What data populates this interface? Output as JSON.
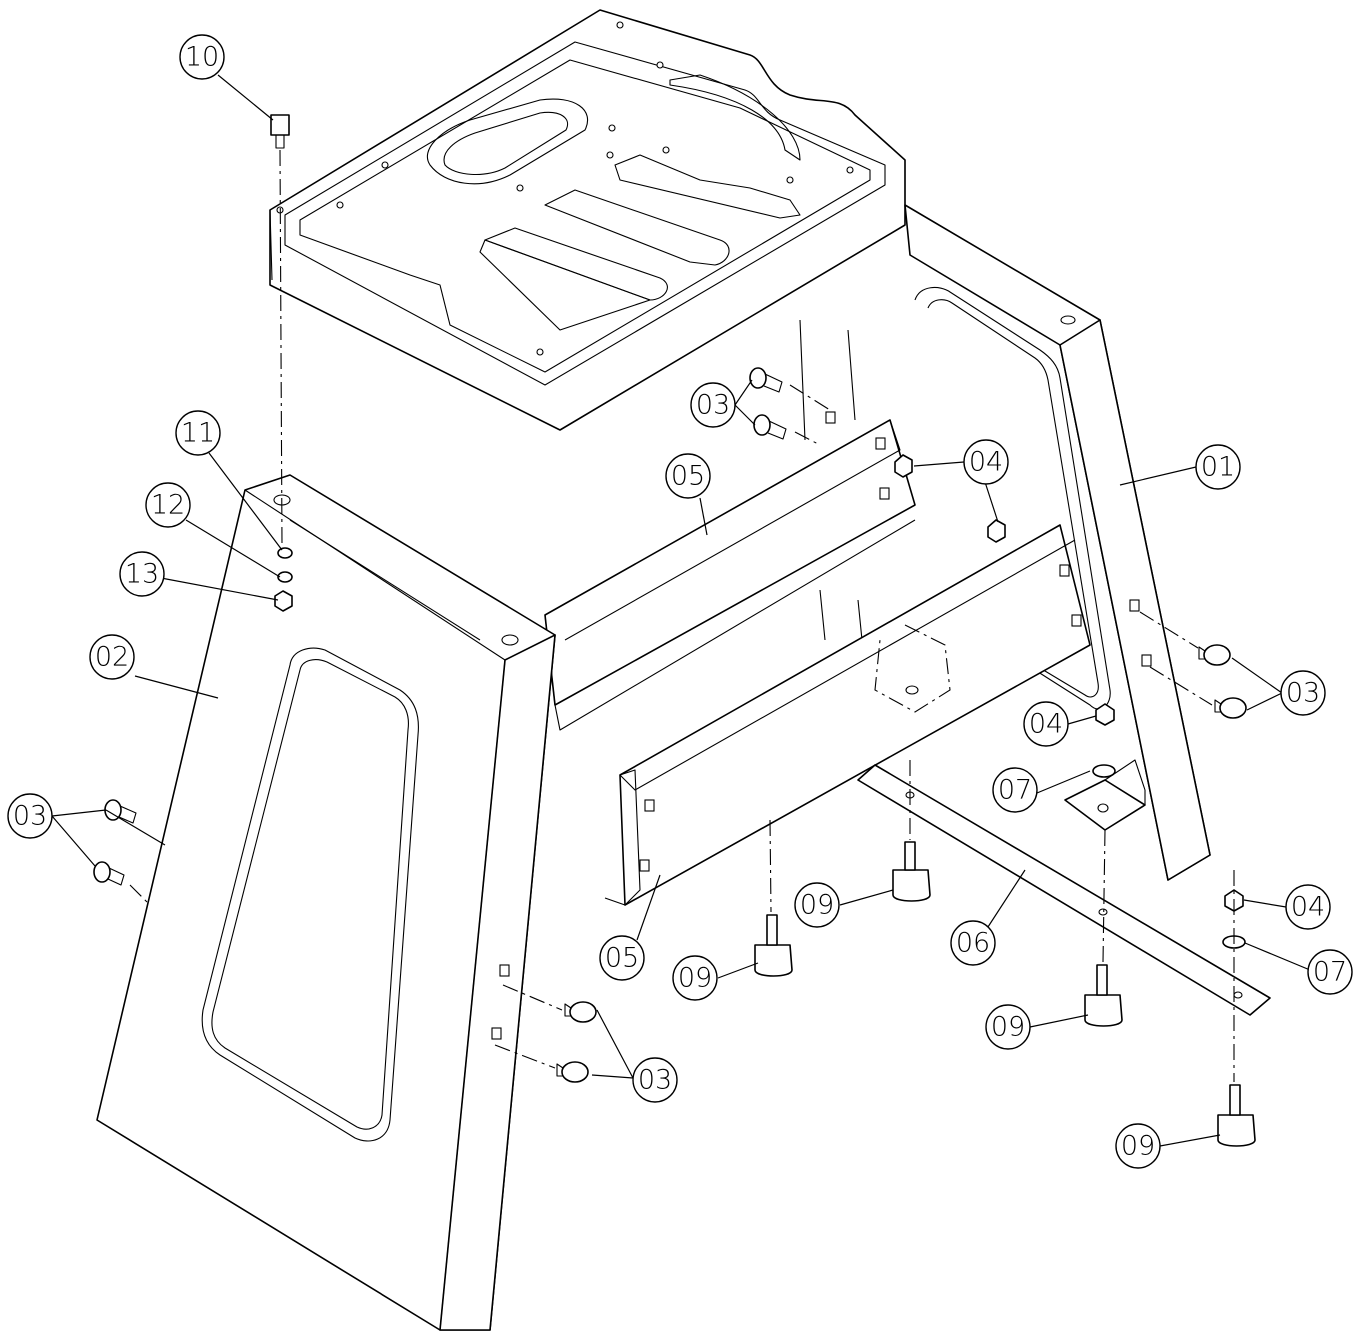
{
  "callouts": {
    "part_01": "01",
    "part_02": "02",
    "part_03": "03",
    "part_04": "04",
    "part_05": "05",
    "part_06": "06",
    "part_07": "07",
    "part_09": "09",
    "part_10": "10",
    "part_11": "11",
    "part_12": "12",
    "part_13": "13"
  }
}
